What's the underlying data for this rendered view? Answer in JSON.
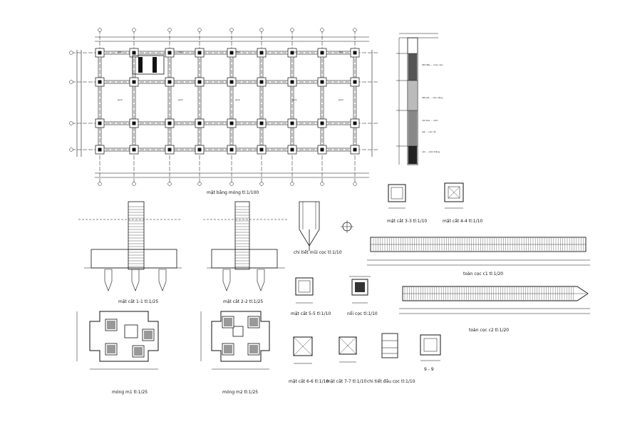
{
  "drawing": {
    "plan": {
      "caption": "mặt bằng móng tl:1/100",
      "footing_labels": [
        "gm1",
        "gm2",
        "gm1",
        "gm2",
        "gm1",
        "gm2",
        "gm1",
        "gm2",
        "gm1",
        "gm2"
      ]
    },
    "borehole": {
      "notes": [
        "đất đắp ... màu nâu",
        "đất sét ... nâu vàng",
        "cát pha ... xám",
        "sét ... nâu đỏ",
        "cát ... xám trắng"
      ]
    },
    "captions": {
      "section_1_1": "mặt cắt 1-1 tl:1/25",
      "section_2_2": "mặt cắt 2-2 tl:1/25",
      "pile_tip": "chi tiết mũi cọc tl:1/10",
      "sec_3_3": "mặt cắt 3-3 tl:1/10",
      "sec_4_4": "mặt cắt 4-4 tl:1/10",
      "pile_c1": "toàn cọc c1 tl:1/20",
      "pile_c2": "toàn cọc c2 tl:1/20",
      "sec_5_5": "mặt cắt 5-5 tl:1/10",
      "pile_joint": "nối cọc tl:1/10",
      "footing_m1": "móng m1 tl:1/25",
      "footing_m2": "móng m2 tl:1/25",
      "sec_6_6": "mặt cắt 6-6 tl:1/10",
      "sec_7_7": "mặt cắt 7-7 tl:1/10",
      "pile_head": "chi tiết đầu cọc tl:1/10",
      "sec_9_9": "9 - 9"
    }
  }
}
